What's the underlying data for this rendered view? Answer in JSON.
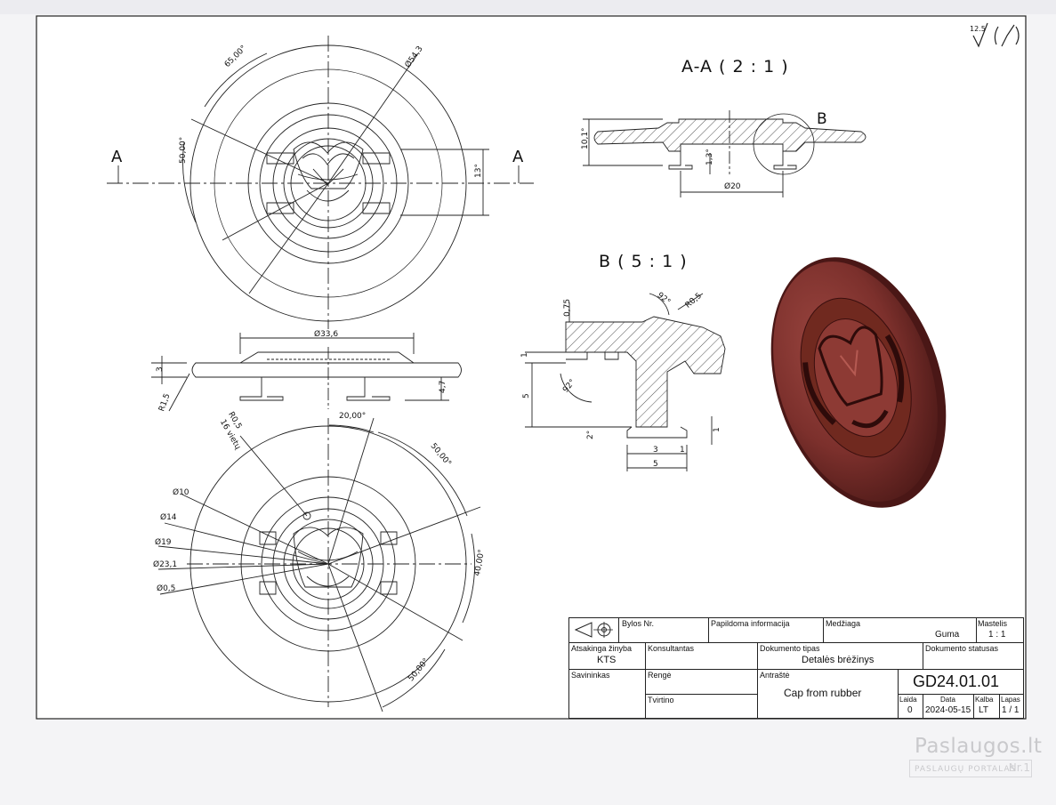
{
  "surface_symbol": {
    "value": "12.5"
  },
  "section_aa": {
    "title": "A-A ( 2 : 1 )",
    "detail_letter": "B"
  },
  "detail_b": {
    "title": "B ( 5 : 1 )"
  },
  "section_markers": {
    "left": "A",
    "right": "A"
  },
  "top_view_dims": {
    "d1": "65,00°",
    "d2": "Ø54,3",
    "d3": "50,00°",
    "d4": "13°"
  },
  "side_view_dims": {
    "d1": "Ø33,6",
    "d2": "3",
    "d3": "R1,5",
    "d4": "4,7"
  },
  "section_dims": {
    "d1": "10,1°",
    "d2": "1,3°",
    "d3": "Ø20"
  },
  "detail_dims": {
    "d1": "0,75",
    "d2": "92°",
    "d3": "R0,5",
    "d4": "1",
    "d5": "92°",
    "d6": "5",
    "d7": "2°",
    "d8": "3",
    "d9": "1",
    "d10": "5",
    "d11": "1"
  },
  "bottom_view_dims": {
    "d1": "R0,5",
    "d2": "16 vietų",
    "d3": "20,00°",
    "d4": "50,00°",
    "d5": "Ø10",
    "d6": "Ø14",
    "d7": "Ø19",
    "d8": "Ø23,1",
    "d9": "Ø0,5",
    "d10": "40,00°",
    "d11": "50,00°"
  },
  "title_block": {
    "bylos_nr_label": "Bylos Nr.",
    "papildoma_label": "Papildoma informacija",
    "medziaga_label": "Medžiaga",
    "medziaga_value": "Guma",
    "mastelis_label": "Mastelis",
    "mastelis_value": "1 : 1",
    "atsakinga_label": "Atsakinga žinyba",
    "atsakinga_value": "KTS",
    "konsultantas_label": "Konsultantas",
    "dok_tipas_label": "Dokumento tipas",
    "dok_tipas_value": "Detalės brėžinys",
    "dok_statusas_label": "Dokumento statusas",
    "savininkas_label": "Savininkas",
    "rengė_label": "Rengė",
    "antraste_label": "Antraštė",
    "antraste_value": "Cap from rubber",
    "doc_number": "GD24.01.01",
    "tvirtino_label": "Tvirtino",
    "laida_label": "Laida",
    "laida_value": "0",
    "data_label": "Data",
    "data_value": "2024-05-15",
    "kalba_label": "Kalba",
    "kalba_value": "LT",
    "lapas_label": "Lapas",
    "lapas_value": "1 / 1"
  },
  "watermark": {
    "main": "Paslaugos.lt",
    "sub": "PASLAUGŲ PORTALAS",
    "nr": "Nr.1"
  },
  "colors": {
    "part_fill": "#8a3a36",
    "part_dark": "#4a1716",
    "ink": "#111111"
  }
}
